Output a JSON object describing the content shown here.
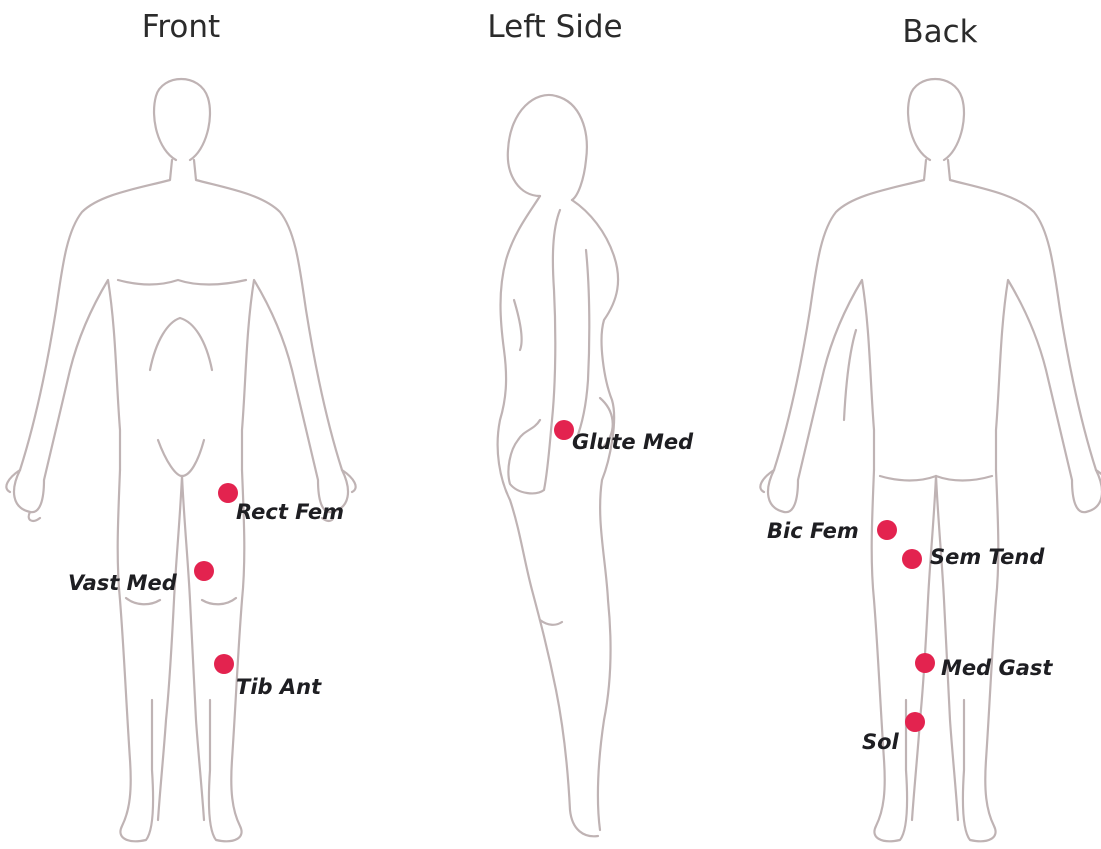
{
  "views": [
    {
      "id": "front",
      "title": "Front"
    },
    {
      "id": "left-side",
      "title": "Left Side"
    },
    {
      "id": "back",
      "title": "Back"
    }
  ],
  "markers": {
    "rect_fem": "Rect Fem",
    "vast_med": "Vast Med",
    "tib_ant": "Tib Ant",
    "glute_med": "Glute Med",
    "bic_fem": "Bic Fem",
    "sem_tend": "Sem Tend",
    "med_gast": "Med Gast",
    "sol": "Sol"
  },
  "colors": {
    "marker": "#e3234f",
    "outline": "#bfb3b4",
    "text": "#1e1e22"
  }
}
